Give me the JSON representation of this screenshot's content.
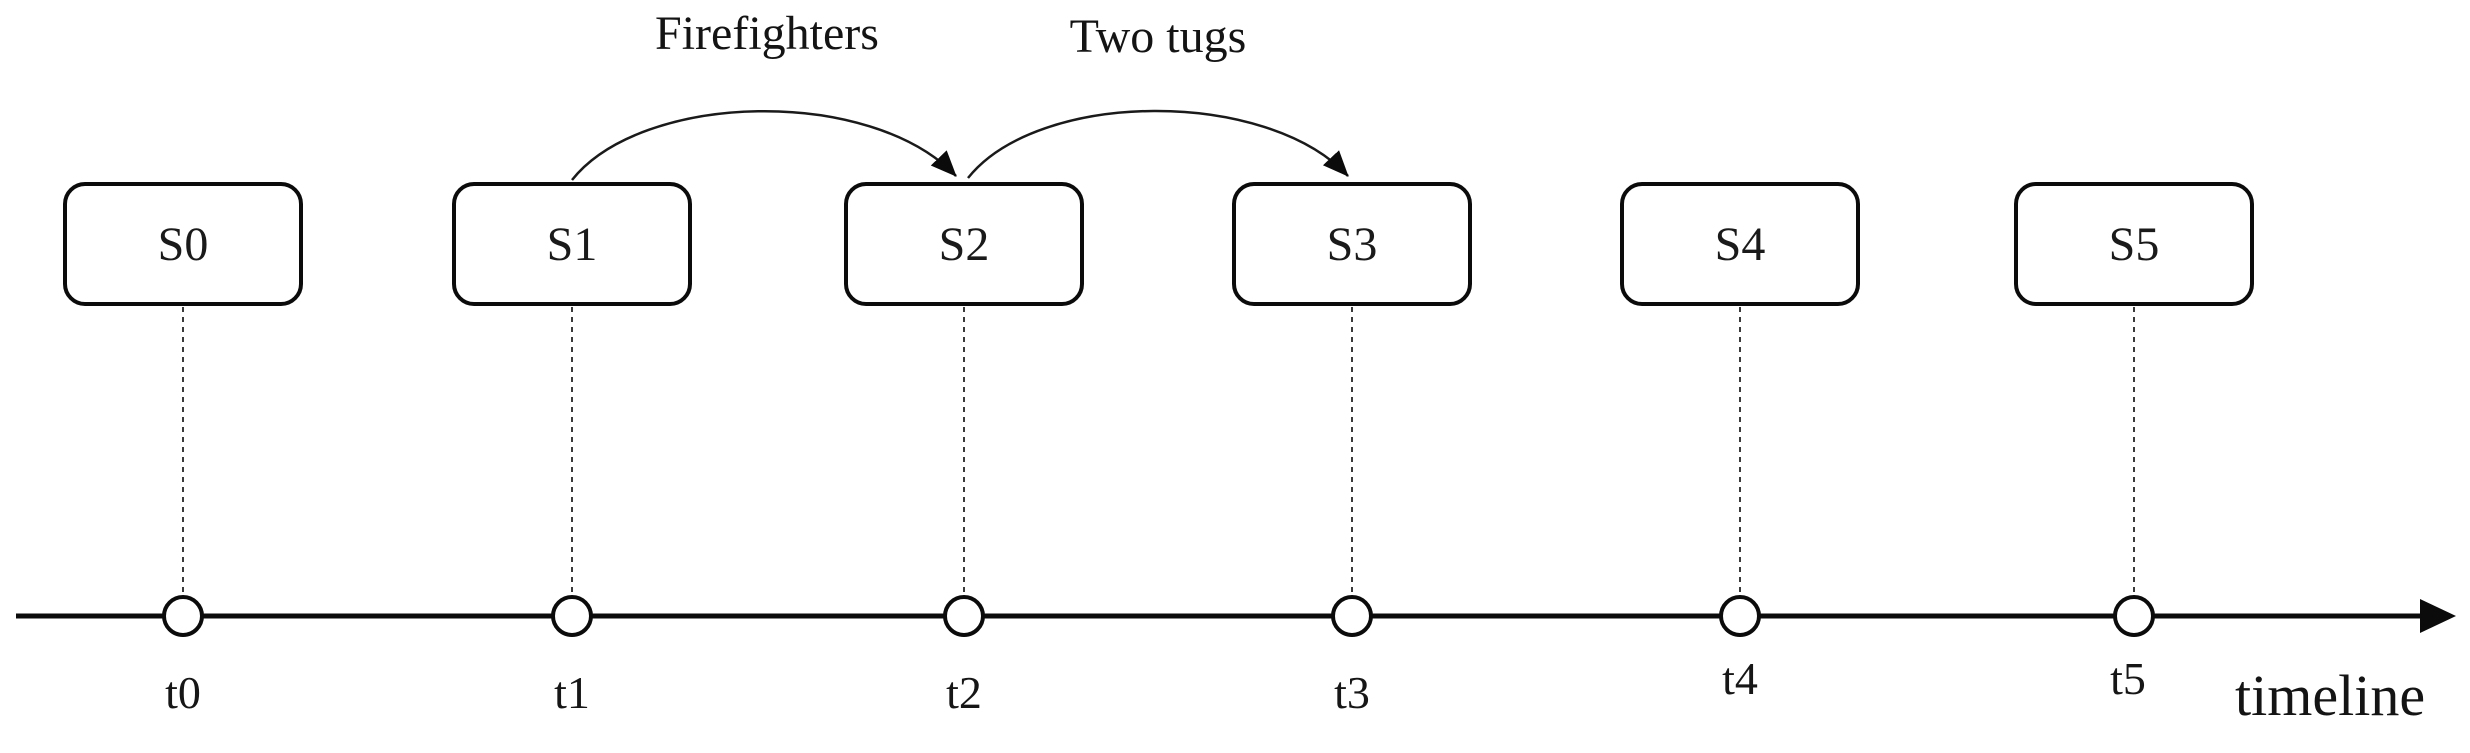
{
  "diagram": {
    "background": "#ffffff",
    "ink_color": "#0b0b0b",
    "states": [
      {
        "label": "S0",
        "time_label": "t0"
      },
      {
        "label": "S1",
        "time_label": "t1"
      },
      {
        "label": "S2",
        "time_label": "t2"
      },
      {
        "label": "S3",
        "time_label": "t3"
      },
      {
        "label": "S4",
        "time_label": "t4"
      },
      {
        "label": "S5",
        "time_label": "t5"
      }
    ],
    "transitions": [
      {
        "from": "S1",
        "to": "S2",
        "label": "Firefighters"
      },
      {
        "from": "S2",
        "to": "S3",
        "label": "Two tugs"
      }
    ],
    "axis": {
      "label": "timeline"
    }
  }
}
